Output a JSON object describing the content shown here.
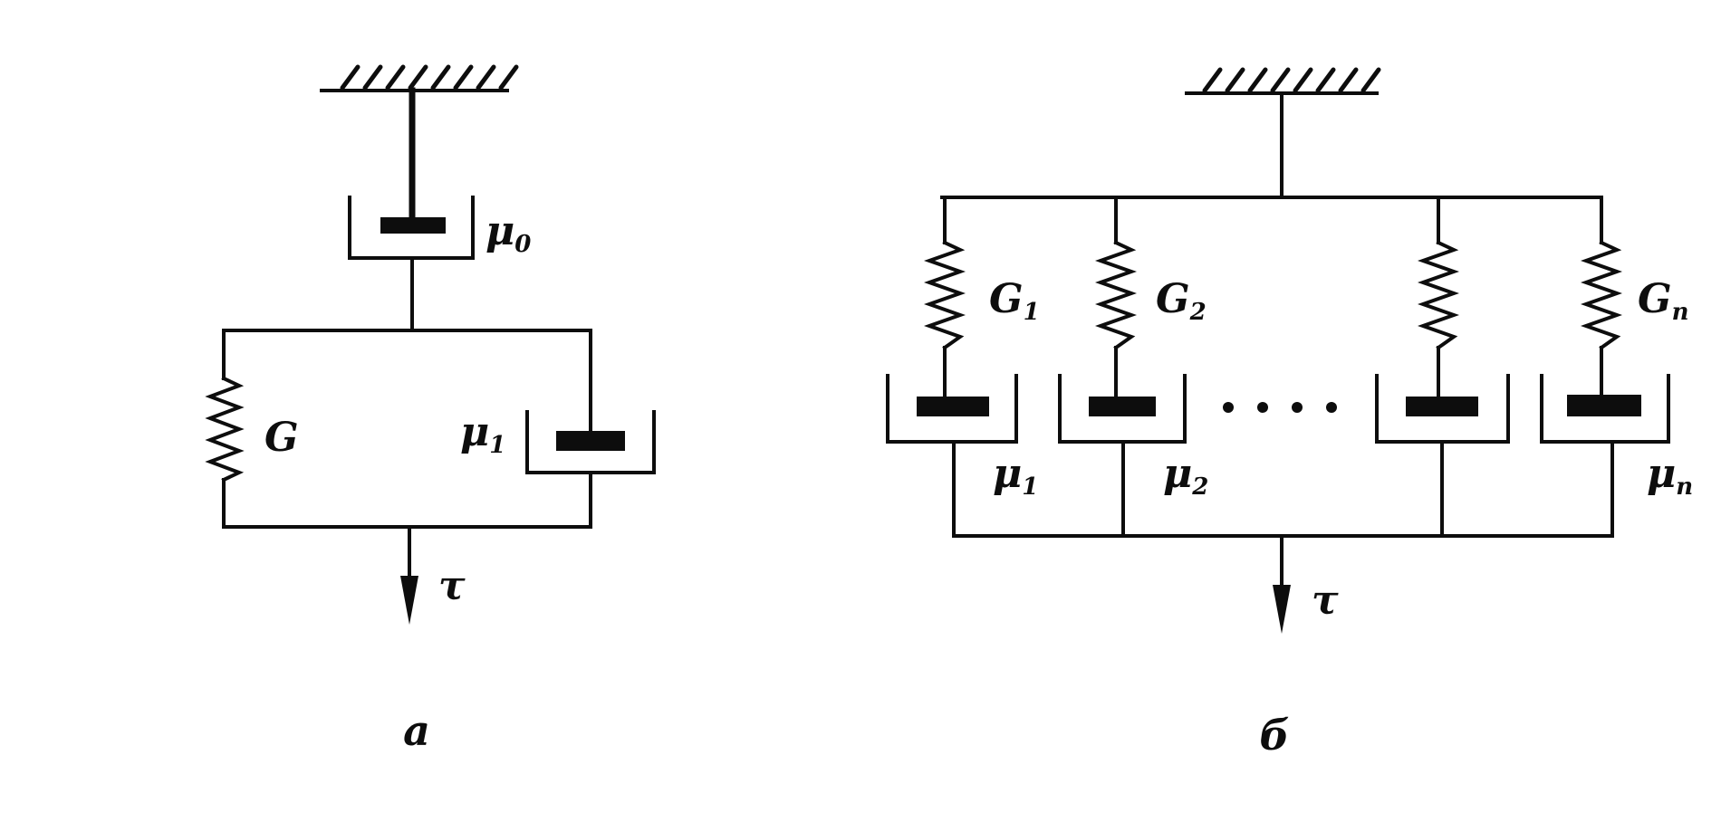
{
  "figure_a": {
    "caption": "а",
    "top_damper_label": {
      "symbol": "μ",
      "sub": "0"
    },
    "spring_label": {
      "symbol": "G"
    },
    "side_damper_label": {
      "symbol": "μ",
      "sub": "1"
    },
    "load_label": "τ"
  },
  "figure_b": {
    "caption": "б",
    "branches": [
      {
        "spring_symbol": "G",
        "spring_sub": "1",
        "damper_symbol": "μ",
        "damper_sub": "1"
      },
      {
        "spring_symbol": "G",
        "spring_sub": "2",
        "damper_symbol": "μ",
        "damper_sub": "2"
      },
      {
        "spring_symbol": "",
        "spring_sub": "",
        "damper_symbol": "",
        "damper_sub": ""
      },
      {
        "spring_symbol": "G",
        "spring_sub": "n",
        "damper_symbol": "μ",
        "damper_sub": "n"
      }
    ],
    "ellipsis_dots": 4,
    "load_label": "τ"
  }
}
